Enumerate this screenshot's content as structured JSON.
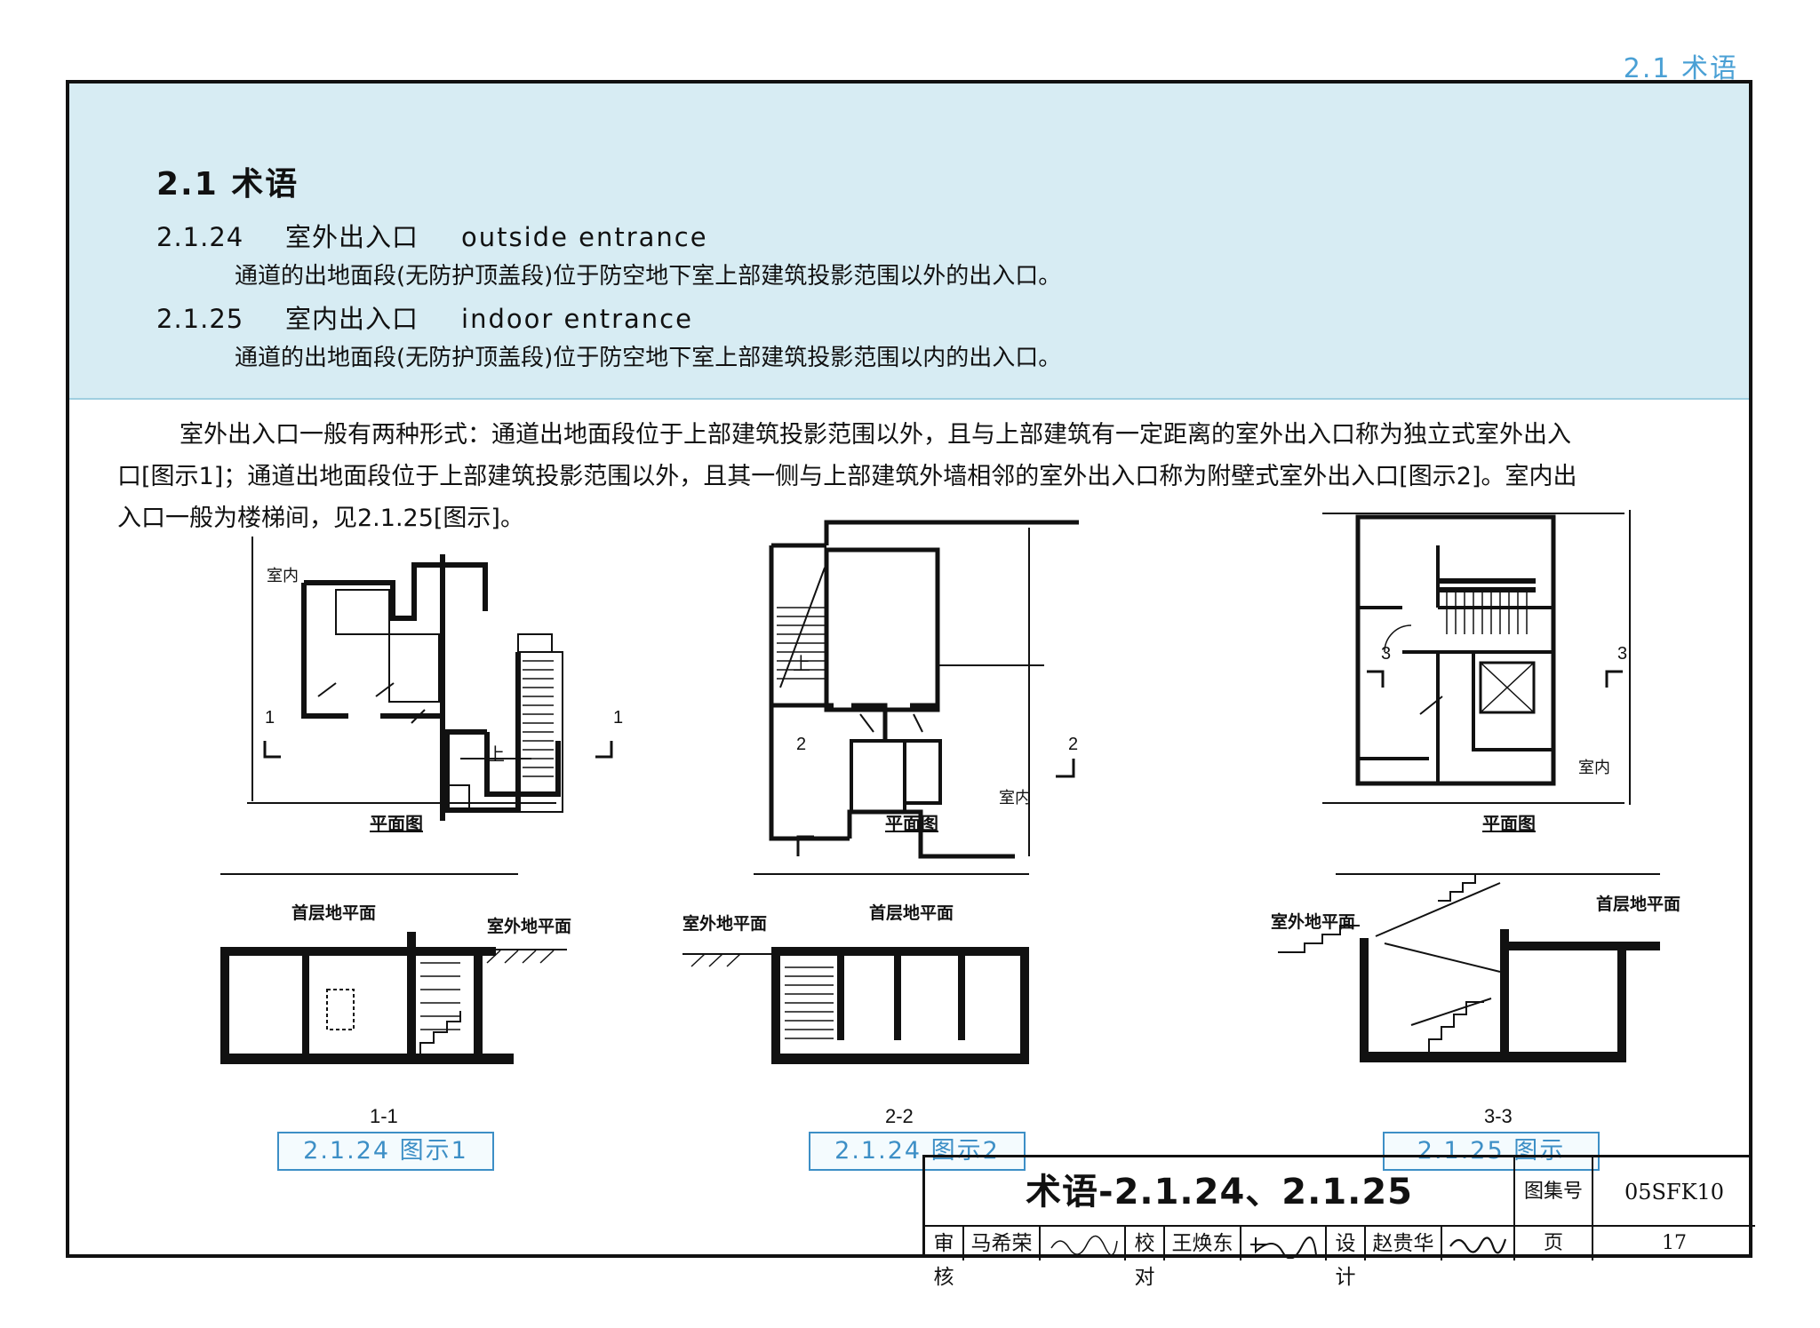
{
  "header": {
    "corner_label": "2.1 术语"
  },
  "section": {
    "title": "2.1    术语",
    "terms": [
      {
        "number": "2.1.24",
        "cn": "室外出入口",
        "en": "outside  entrance",
        "definition": "通道的出地面段(无防护顶盖段)位于防空地下室上部建筑投影范围以外的出入口。"
      },
      {
        "number": "2.1.25",
        "cn": "室内出入口",
        "en": "indoor  entrance",
        "definition": "通道的出地面段(无防护顶盖段)位于防空地下室上部建筑投影范围以内的出入口。"
      }
    ]
  },
  "body": {
    "lines": [
      "室外出入口一般有两种形式：通道出地面段位于上部建筑投影范围以外，且与上部建筑有一定距离的室外出入口称为独立式室外出入",
      "口[图示1]；通道出地面段位于上部建筑投影范围以外，且其一侧与上部建筑外墙相邻的室外出入口称为附壁式室外出入口[图示2]。室内出",
      "入口一般为楼梯间，见2.1.25[图示]。"
    ]
  },
  "figures": [
    {
      "plan_label": "平面图",
      "section_label": "1-1",
      "caption": "2.1.24 图示1",
      "labels": {
        "room": "室内",
        "up": "上",
        "cut_left": "1",
        "cut_right": "1",
        "first_floor": "首层地平面",
        "outdoor": "室外地平面"
      }
    },
    {
      "plan_label": "平面图",
      "section_label": "2-2",
      "caption": "2.1.24 图示2",
      "labels": {
        "room": "室内",
        "up": "上",
        "cut_left": "2",
        "cut_right": "2",
        "first_floor": "首层地平面",
        "outdoor": "室外地平面"
      }
    },
    {
      "plan_label": "平面图",
      "section_label": "3-3",
      "caption": "2.1.25 图示",
      "labels": {
        "room": "室内",
        "cut_left": "3",
        "cut_right": "3",
        "first_floor": "首层地平面",
        "outdoor": "室外地平面"
      }
    }
  ],
  "title_block": {
    "title": "术语-2.1.24、2.1.25",
    "atlas_label": "图集号",
    "atlas_no": "05SFK10",
    "page_label": "页",
    "page_no": "17",
    "review_label": "审核",
    "reviewer": "马希荣",
    "check_label": "校对",
    "checker": "王焕东",
    "design_label": "设计",
    "designer": "赵贵华"
  }
}
